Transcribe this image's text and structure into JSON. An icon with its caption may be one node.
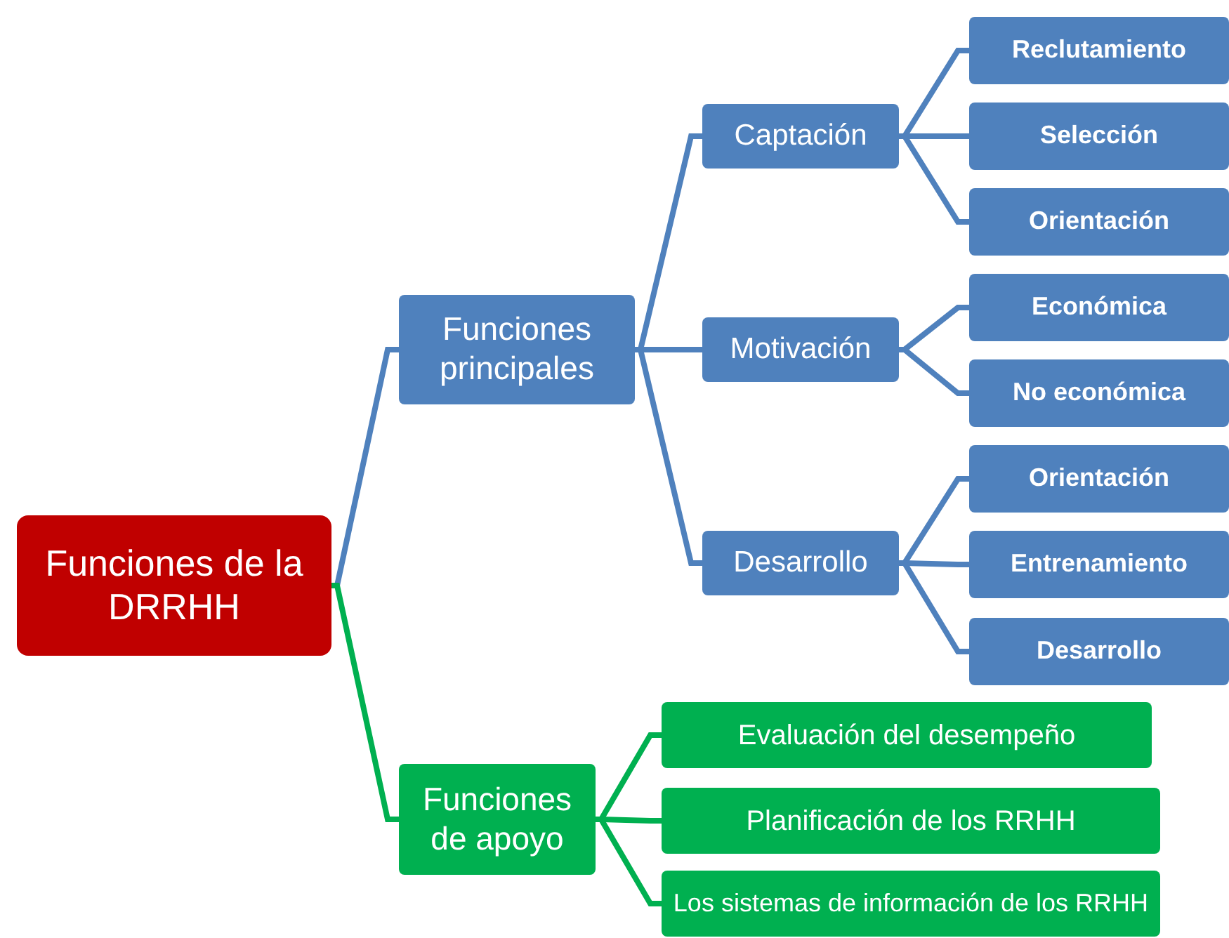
{
  "diagram": {
    "nodes": [
      {
        "text": [
          "Funciones de la DRRHH"
        ]
      },
      {
        "text": [
          "Funciones principales"
        ]
      },
      {
        "text": [
          "Captación"
        ]
      },
      {
        "text": [
          "Reclutamiento"
        ]
      },
      {
        "text": [
          "Selección"
        ]
      },
      {
        "text": [
          "Orientación"
        ]
      },
      {
        "text": [
          "Motivación"
        ]
      },
      {
        "text": [
          "Económica"
        ]
      },
      {
        "text": [
          "No económica"
        ]
      },
      {
        "text": [
          "Desarrollo"
        ]
      },
      {
        "text": [
          "Orientación"
        ]
      },
      {
        "text": [
          "Entrenamiento"
        ]
      },
      {
        "text": [
          "Desarrollo"
        ]
      },
      {
        "text": [
          "Funciones de apoyo"
        ]
      },
      {
        "text": [
          "Evaluación del desempeño"
        ]
      },
      {
        "text": [
          "Planificación de los RRHH"
        ]
      },
      {
        "text": [
          "Los sistemas de información de los RRHH"
        ]
      }
    ],
    "edges": [
      {
        "from": 0,
        "to": 1,
        "arrow": "none"
      },
      {
        "from": 1,
        "to": 2,
        "arrow": "none"
      },
      {
        "from": 2,
        "to": 3,
        "arrow": "none"
      },
      {
        "from": 2,
        "to": 4,
        "arrow": "none"
      },
      {
        "from": 2,
        "to": 5,
        "arrow": "none"
      },
      {
        "from": 1,
        "to": 6,
        "arrow": "none"
      },
      {
        "from": 6,
        "to": 7,
        "arrow": "none"
      },
      {
        "from": 6,
        "to": 8,
        "arrow": "none"
      },
      {
        "from": 1,
        "to": 9,
        "arrow": "none"
      },
      {
        "from": 9,
        "to": 10,
        "arrow": "none"
      },
      {
        "from": 9,
        "to": 11,
        "arrow": "none"
      },
      {
        "from": 9,
        "to": 12,
        "arrow": "none"
      },
      {
        "from": 0,
        "to": 13,
        "arrow": "none",
        "color": "#00b050"
      },
      {
        "from": 13,
        "to": 14,
        "arrow": "none",
        "color": "#00b050"
      },
      {
        "from": 13,
        "to": 15,
        "arrow": "none",
        "color": "#00b050"
      },
      {
        "from": 13,
        "to": 16,
        "arrow": "none",
        "color": "#00b050"
      }
    ]
  }
}
